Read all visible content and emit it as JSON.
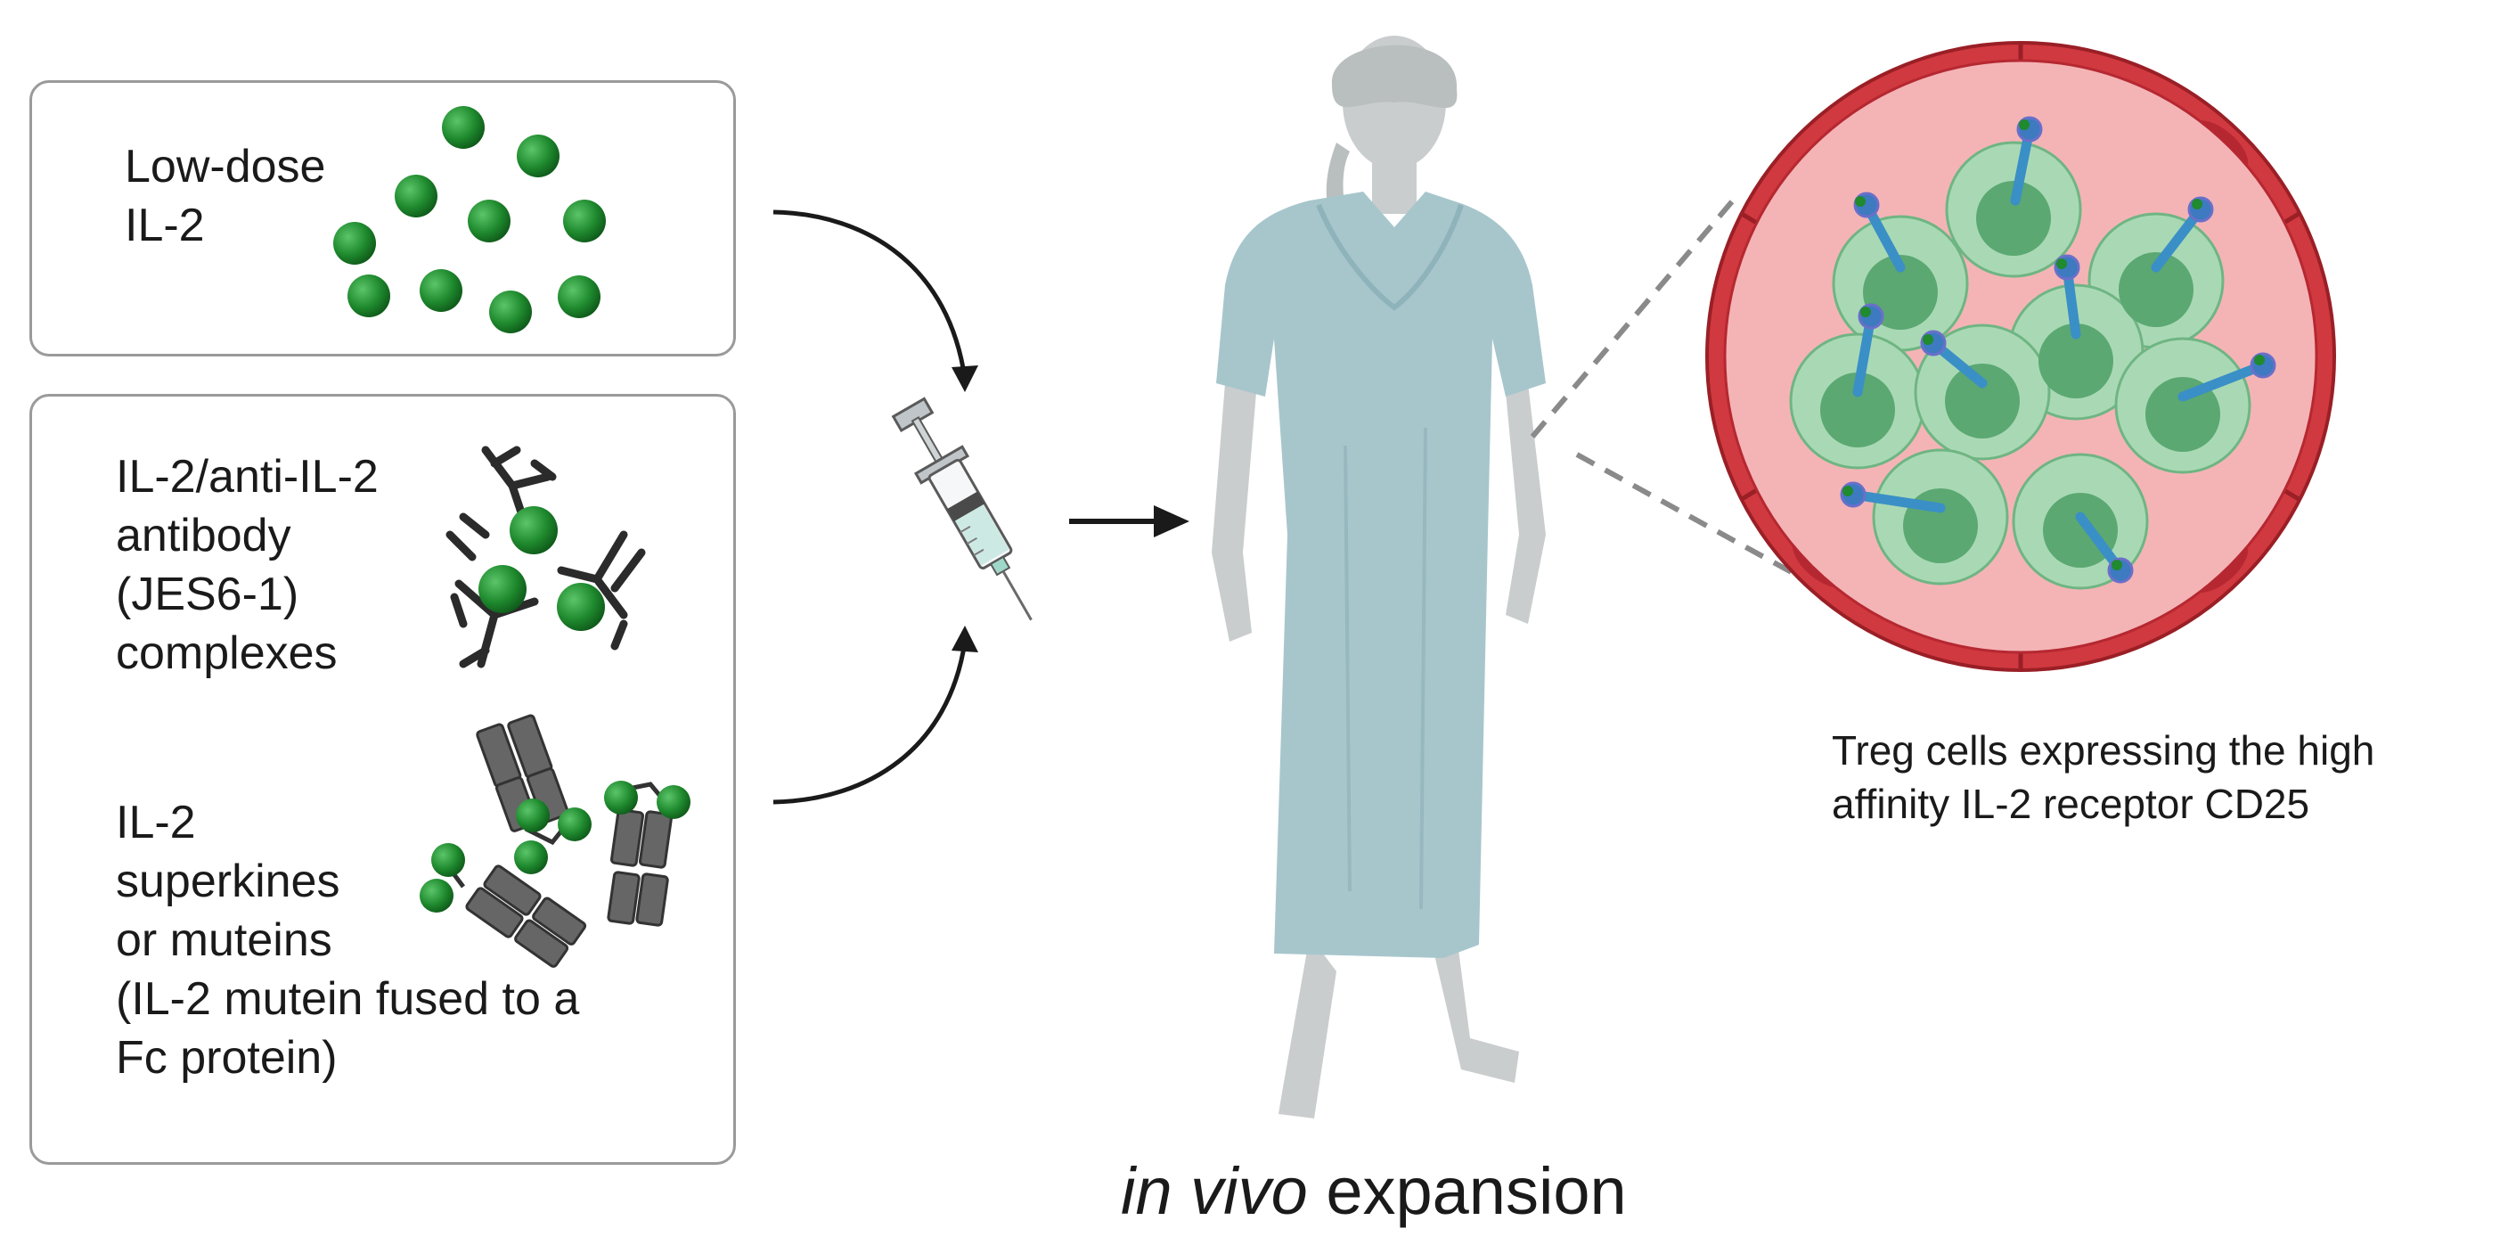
{
  "panels": {
    "low_dose": {
      "lines": [
        "Low-dose",
        "IL-2"
      ]
    },
    "complexes": {
      "lines": [
        "IL-2/anti-IL-2",
        "antibody",
        "(JES6-1)",
        "complexes"
      ]
    },
    "superkines": {
      "lines": [
        "IL-2",
        "superkines",
        "or muteins",
        "(IL-2 mutein fused to a",
        "Fc protein)"
      ]
    }
  },
  "caption": {
    "italic": "in vivo",
    "rest": " expansion"
  },
  "treg": {
    "lines": [
      "Treg cells expressing the high",
      "affinity IL-2 receptor CD25"
    ]
  },
  "colors": {
    "il2_green": "#1f8a2e",
    "antibody_black": "#2b2b2b",
    "fc_gray": "#666666",
    "gown_blue": "#a7c6cc",
    "patient_gray": "#c9cdce",
    "vessel_red": "#d0393f",
    "lumen_pink": "#f4b4b6",
    "cell_green": "#a9d9b4",
    "nucleus_green": "#5ba872",
    "receptor_blue": "#3a8fc6"
  }
}
